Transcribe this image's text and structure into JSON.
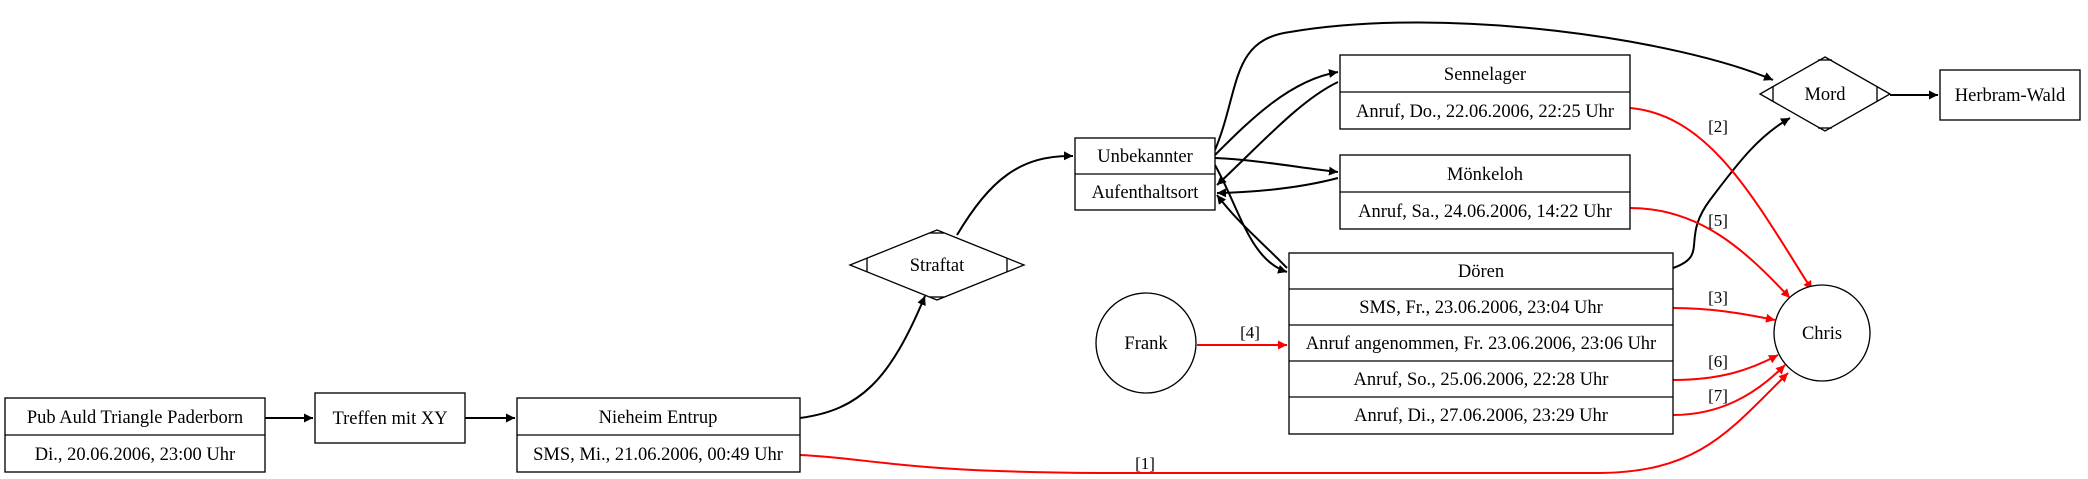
{
  "colors": {
    "black": "#000000",
    "red": "#ff0000"
  },
  "nodes": {
    "pub": {
      "name": "Pub Auld Triangle Paderborn",
      "detail": "Di., 20.06.2006, 23:00 Uhr"
    },
    "treffen": {
      "name": "Treffen mit XY"
    },
    "nieheim": {
      "name": "Nieheim Entrup",
      "detail": "SMS, Mi., 21.06.2006, 00:49 Uhr"
    },
    "straftat": {
      "name": "Straftat"
    },
    "unbekannt": {
      "line1": "Unbekannter",
      "line2": "Aufenthaltsort"
    },
    "sennelager": {
      "name": "Sennelager",
      "detail": "Anruf, Do., 22.06.2006, 22:25 Uhr"
    },
    "moenkeloh": {
      "name": "Mönkeloh",
      "detail": "Anruf, Sa., 24.06.2006, 14:22 Uhr"
    },
    "doeren": {
      "name": "Dören",
      "rows": [
        "SMS, Fr., 23.06.2006, 23:04 Uhr",
        "Anruf angenommen, Fr. 23.06.2006, 23:06 Uhr",
        "Anruf, So., 25.06.2006, 22:28 Uhr",
        "Anruf, Di., 27.06.2006, 23:29 Uhr"
      ]
    },
    "frank": {
      "name": "Frank"
    },
    "chris": {
      "name": "Chris"
    },
    "mord": {
      "name": "Mord"
    },
    "herbram": {
      "name": "Herbram-Wald"
    }
  },
  "edge_labels": {
    "e1": "[1]",
    "e2": "[2]",
    "e3": "[3]",
    "e4": "[4]",
    "e5": "[5]",
    "e6": "[6]",
    "e7": "[7]"
  }
}
